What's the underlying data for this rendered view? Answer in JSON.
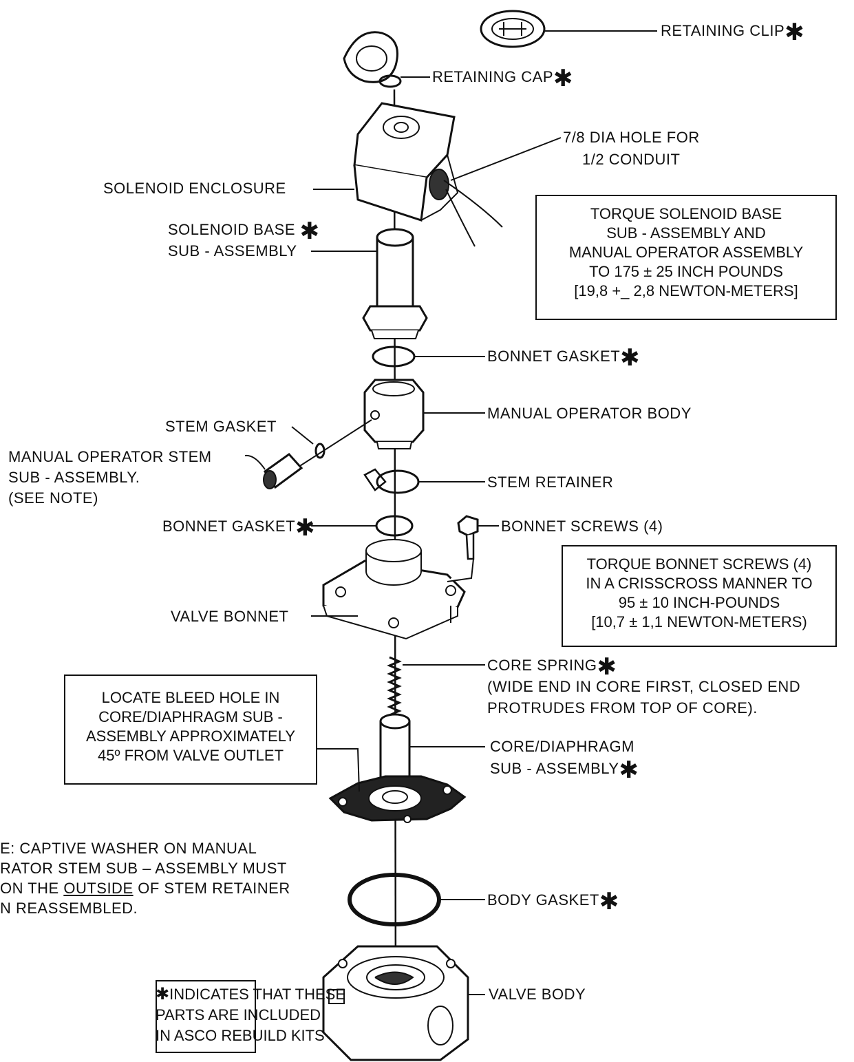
{
  "labels": {
    "retaining_clip": "RETAINING CLIP",
    "retaining_cap": "RETAINING CAP",
    "hole_line1": "7/8 DIA HOLE FOR",
    "hole_line2": "1/2 CONDUIT",
    "solenoid_enclosure": "SOLENOID ENCLOSURE",
    "solenoid_base_line1": "SOLENOID BASE",
    "solenoid_base_line2": "SUB - ASSEMBLY",
    "bonnet_gasket_top": "BONNET GASKET",
    "manual_operator_body": "MANUAL OPERATOR BODY",
    "stem_gasket": "STEM GASKET",
    "stem_sub_line1": "MANUAL OPERATOR STEM",
    "stem_sub_line2": "SUB - ASSEMBLY.",
    "stem_sub_line3": "(SEE NOTE)",
    "stem_retainer": "STEM RETAINER",
    "bonnet_gasket_lower": "BONNET GASKET",
    "bonnet_screws": "BONNET SCREWS (4)",
    "valve_bonnet": "VALVE BONNET",
    "core_spring": "CORE SPRING",
    "core_spring_note1": "(WIDE END IN CORE FIRST, CLOSED END",
    "core_spring_note2": "PROTRUDES FROM TOP OF CORE).",
    "core_diaphragm_line1": "CORE/DIAPHRAGM",
    "core_diaphragm_line2": "SUB - ASSEMBLY",
    "body_gasket": "BODY GASKET",
    "valve_body": "VALVE BODY"
  },
  "boxes": {
    "torque_solenoid": [
      "TORQUE SOLENOID BASE",
      "SUB - ASSEMBLY AND",
      "MANUAL OPERATOR ASSEMBLY",
      "TO 175 ± 25 INCH POUNDS",
      "[19,8 +_ 2,8 NEWTON-METERS]"
    ],
    "torque_bonnet": [
      "TORQUE BONNET SCREWS (4)",
      "IN A CRISSCROSS MANNER TO",
      "95 ± 10 INCH-POUNDS",
      "[10,7 ±  1,1 NEWTON-METERS)"
    ],
    "bleed_hole": [
      "LOCATE BLEED HOLE IN",
      "CORE/DIAPHRAGM SUB -",
      "ASSEMBLY APPROXIMATELY",
      "45º FROM VALVE OUTLET"
    ],
    "rebuild_kits": [
      "INDICATES THAT THESE",
      "PARTS ARE INCLUDED",
      "IN ASCO REBUILD KITS"
    ]
  },
  "note": {
    "line1": "E:    CAPTIVE  WASHER  ON  MANUAL",
    "line2": "RATOR  STEM  SUB – ASSEMBLY  MUST",
    "line3_pre": "ON  THE ",
    "line3_u": "OUTSIDE",
    "line3_post": " OF  STEM  RETAINER",
    "line4": "N  REASSEMBLED."
  },
  "symbols": {
    "asterisk": "✱"
  }
}
